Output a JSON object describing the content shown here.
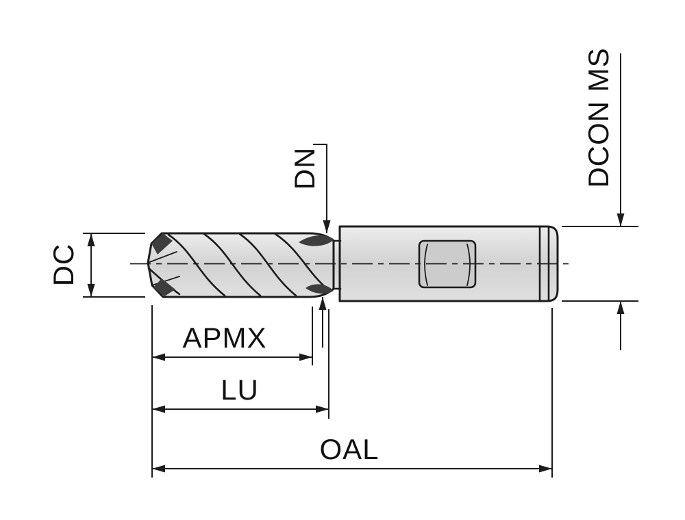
{
  "labels": {
    "dc": "DC",
    "dn": "DN",
    "dcon_ms": "DCON MS",
    "apmx": "APMX",
    "lu": "LU",
    "oal": "OAL"
  },
  "colors": {
    "outline": "#1c1c1c",
    "tool_fill": "#d6d6d6",
    "tool_fill_light": "#ececec",
    "flat_fill": "#cccccc",
    "detail_dark": "#3d3d3d",
    "background": "#ffffff"
  }
}
